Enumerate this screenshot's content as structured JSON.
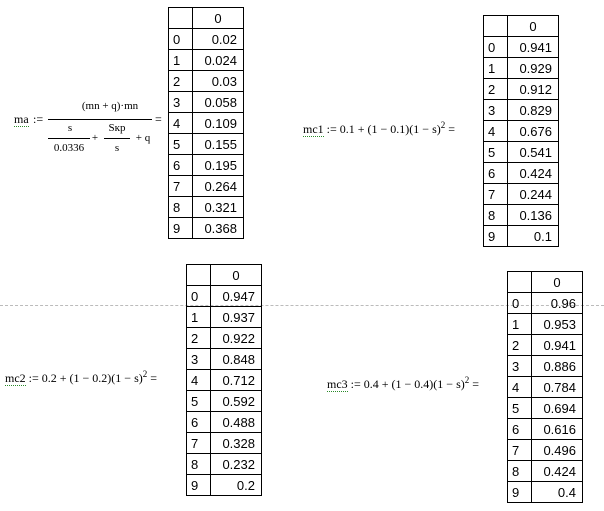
{
  "ma": {
    "name": "ma",
    "assign": ":=",
    "numerator": "(mn + q)·mn",
    "den_frac_top": "s",
    "den_frac_bottom": "0.0336",
    "plus1": "+",
    "skp_top": "Sкр",
    "skp_bottom": "s",
    "plus_q": "+ q",
    "equals": "=",
    "header": "0",
    "rows": [
      {
        "i": "0",
        "v": "0.02"
      },
      {
        "i": "1",
        "v": "0.024"
      },
      {
        "i": "2",
        "v": "0.03"
      },
      {
        "i": "3",
        "v": "0.058"
      },
      {
        "i": "4",
        "v": "0.109"
      },
      {
        "i": "5",
        "v": "0.155"
      },
      {
        "i": "6",
        "v": "0.195"
      },
      {
        "i": "7",
        "v": "0.264"
      },
      {
        "i": "8",
        "v": "0.321"
      },
      {
        "i": "9",
        "v": "0.368"
      }
    ]
  },
  "mc1": {
    "name": "mc1",
    "expr": ":= 0.1 + (1 − 0.1)(1 − s)",
    "sup": "2",
    "equals": "=",
    "header": "0",
    "rows": [
      {
        "i": "0",
        "v": "0.941"
      },
      {
        "i": "1",
        "v": "0.929"
      },
      {
        "i": "2",
        "v": "0.912"
      },
      {
        "i": "3",
        "v": "0.829"
      },
      {
        "i": "4",
        "v": "0.676"
      },
      {
        "i": "5",
        "v": "0.541"
      },
      {
        "i": "6",
        "v": "0.424"
      },
      {
        "i": "7",
        "v": "0.244"
      },
      {
        "i": "8",
        "v": "0.136"
      },
      {
        "i": "9",
        "v": "0.1"
      }
    ]
  },
  "mc2": {
    "name": "mc2",
    "expr": ":= 0.2 + (1 − 0.2)(1 − s)",
    "sup": "2",
    "equals": "=",
    "header": "0",
    "rows": [
      {
        "i": "0",
        "v": "0.947"
      },
      {
        "i": "1",
        "v": "0.937"
      },
      {
        "i": "2",
        "v": "0.922"
      },
      {
        "i": "3",
        "v": "0.848"
      },
      {
        "i": "4",
        "v": "0.712"
      },
      {
        "i": "5",
        "v": "0.592"
      },
      {
        "i": "6",
        "v": "0.488"
      },
      {
        "i": "7",
        "v": "0.328"
      },
      {
        "i": "8",
        "v": "0.232"
      },
      {
        "i": "9",
        "v": "0.2"
      }
    ]
  },
  "mc3": {
    "name": "mc3",
    "expr": ":= 0.4 + (1 − 0.4)(1 − s)",
    "sup": "2",
    "equals": "=",
    "header": "0",
    "rows": [
      {
        "i": "0",
        "v": "0.96"
      },
      {
        "i": "1",
        "v": "0.953"
      },
      {
        "i": "2",
        "v": "0.941"
      },
      {
        "i": "3",
        "v": "0.886"
      },
      {
        "i": "4",
        "v": "0.784"
      },
      {
        "i": "5",
        "v": "0.694"
      },
      {
        "i": "6",
        "v": "0.616"
      },
      {
        "i": "7",
        "v": "0.496"
      },
      {
        "i": "8",
        "v": "0.424"
      },
      {
        "i": "9",
        "v": "0.4"
      }
    ]
  }
}
